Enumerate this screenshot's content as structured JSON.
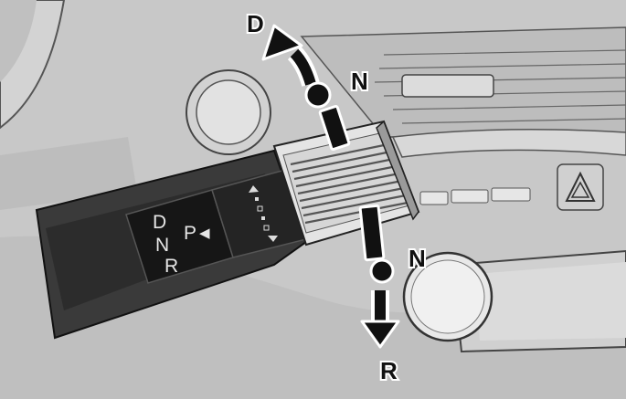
{
  "figure": {
    "shift_labels": {
      "drive": "D",
      "neutral_upper": "N",
      "neutral_lower": "N",
      "reverse": "R"
    },
    "display": {
      "drive": "D",
      "neutral": "N",
      "reverse": "R",
      "park": "P",
      "park_indicator": "◀"
    }
  }
}
